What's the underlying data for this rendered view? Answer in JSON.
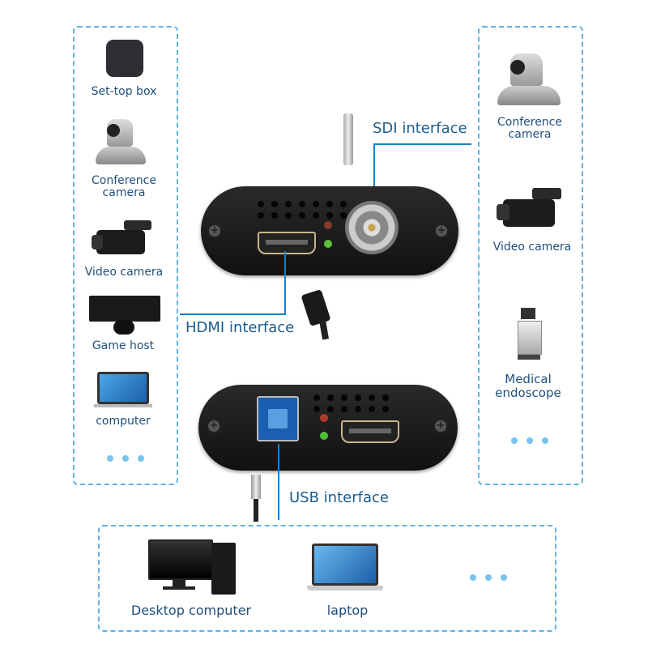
{
  "left_sources": [
    {
      "label": "Set-top box",
      "icon": "set-top-box-icon"
    },
    {
      "label": "Conference camera",
      "line1": "Conference",
      "line2": "camera",
      "icon": "conference-camera-icon"
    },
    {
      "label": "Video camera",
      "icon": "video-camera-icon"
    },
    {
      "label": "Game host",
      "icon": "game-console-icon"
    },
    {
      "label": "computer",
      "icon": "computer-icon"
    }
  ],
  "right_sources": [
    {
      "label": "Conference camera",
      "line1": "Conference",
      "line2": "camera",
      "icon": "conference-camera-icon"
    },
    {
      "label": "Video camera",
      "icon": "video-camera-icon"
    },
    {
      "label": "Medical endoscope",
      "line1": "Medical",
      "line2": "endoscope",
      "icon": "medical-endoscope-icon"
    }
  ],
  "outputs": [
    {
      "label": "Desktop computer",
      "icon": "desktop-computer-icon"
    },
    {
      "label": "laptop",
      "icon": "laptop-icon"
    }
  ],
  "interfaces": {
    "sdi": "SDI interface",
    "hdmi": "HDMI interface",
    "usb": "USB interface"
  },
  "colors": {
    "border": "#5fb3e4",
    "line": "#1a7fc4",
    "text": "#1f4f7c"
  }
}
